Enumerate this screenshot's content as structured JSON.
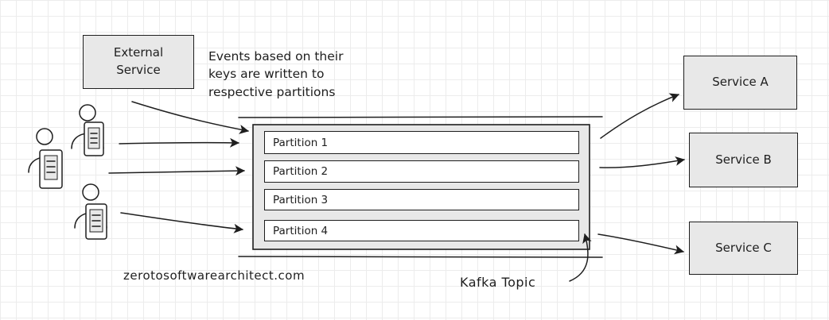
{
  "external_service": "External\nService",
  "note": "Events based on their\nkeys are written to\nrespective partitions",
  "partitions": [
    "Partition 1",
    "Partition 2",
    "Partition 3",
    "Partition 4"
  ],
  "services": [
    "Service A",
    "Service B",
    "Service C"
  ],
  "watermark": "zerotosoftwarearchitect.com",
  "topic_label": "Kafka Topic",
  "colors": {
    "box_fill": "#e8e8e8",
    "stroke": "#1e1e1e",
    "grid": "#ececec"
  }
}
